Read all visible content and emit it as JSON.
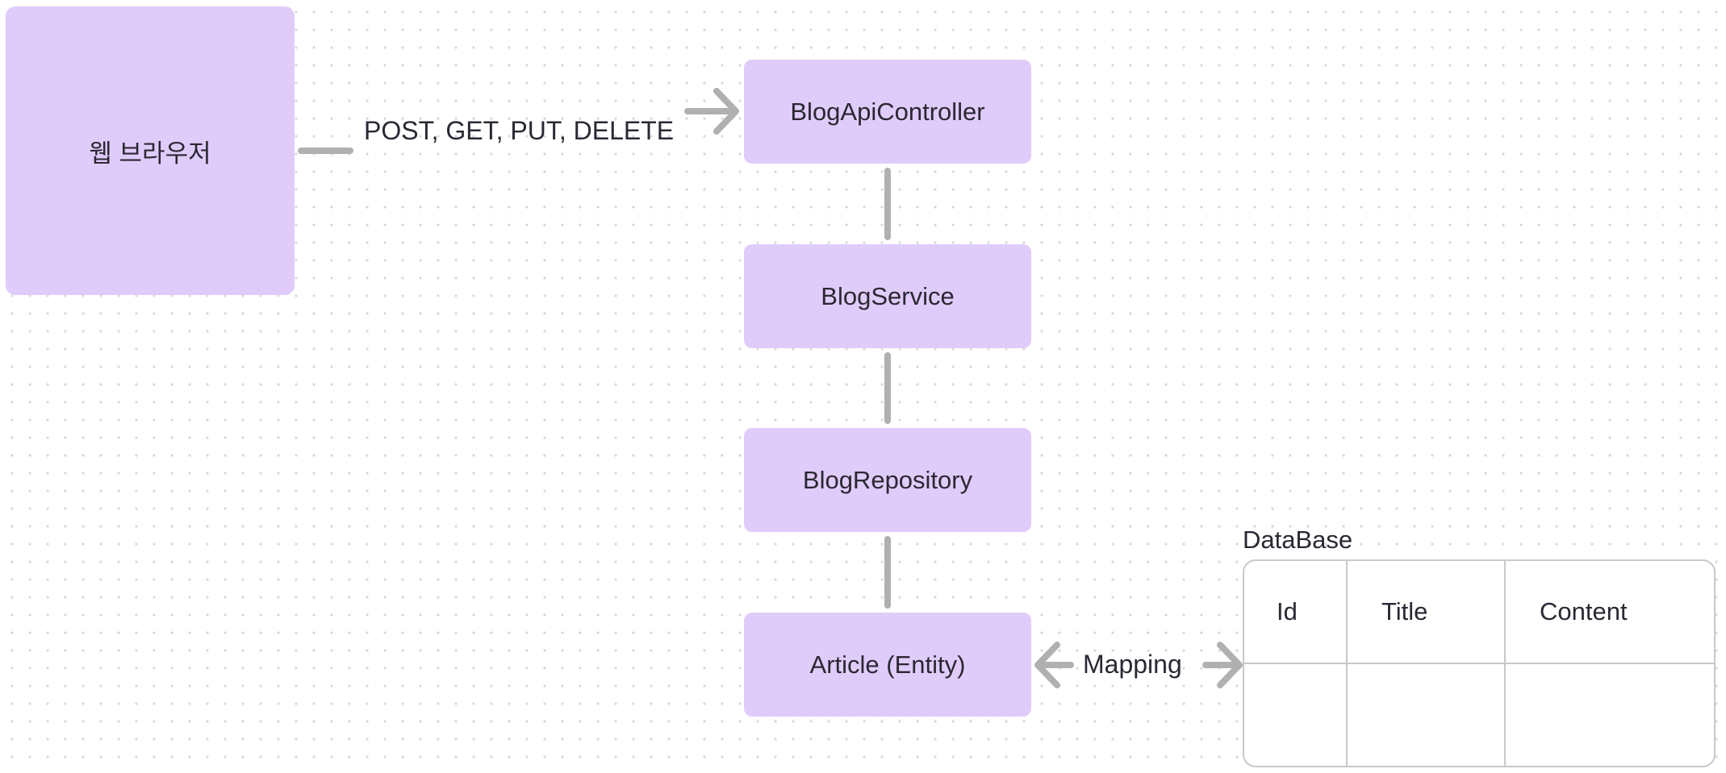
{
  "nodes": {
    "browser": "웹 브라우저",
    "controller": "BlogApiController",
    "service": "BlogService",
    "repository": "BlogRepository",
    "entity": "Article (Entity)"
  },
  "edges": {
    "http_methods": "POST, GET, PUT, DELETE",
    "mapping": "Mapping"
  },
  "database": {
    "title": "DataBase",
    "columns": [
      "Id",
      "Title",
      "Content"
    ],
    "rows": [
      [
        "",
        "",
        ""
      ]
    ]
  },
  "colors": {
    "node_fill": "#e0ccfa",
    "connector": "#b0b0b0",
    "text": "#2b2733",
    "table_border": "#c9c9c9"
  }
}
